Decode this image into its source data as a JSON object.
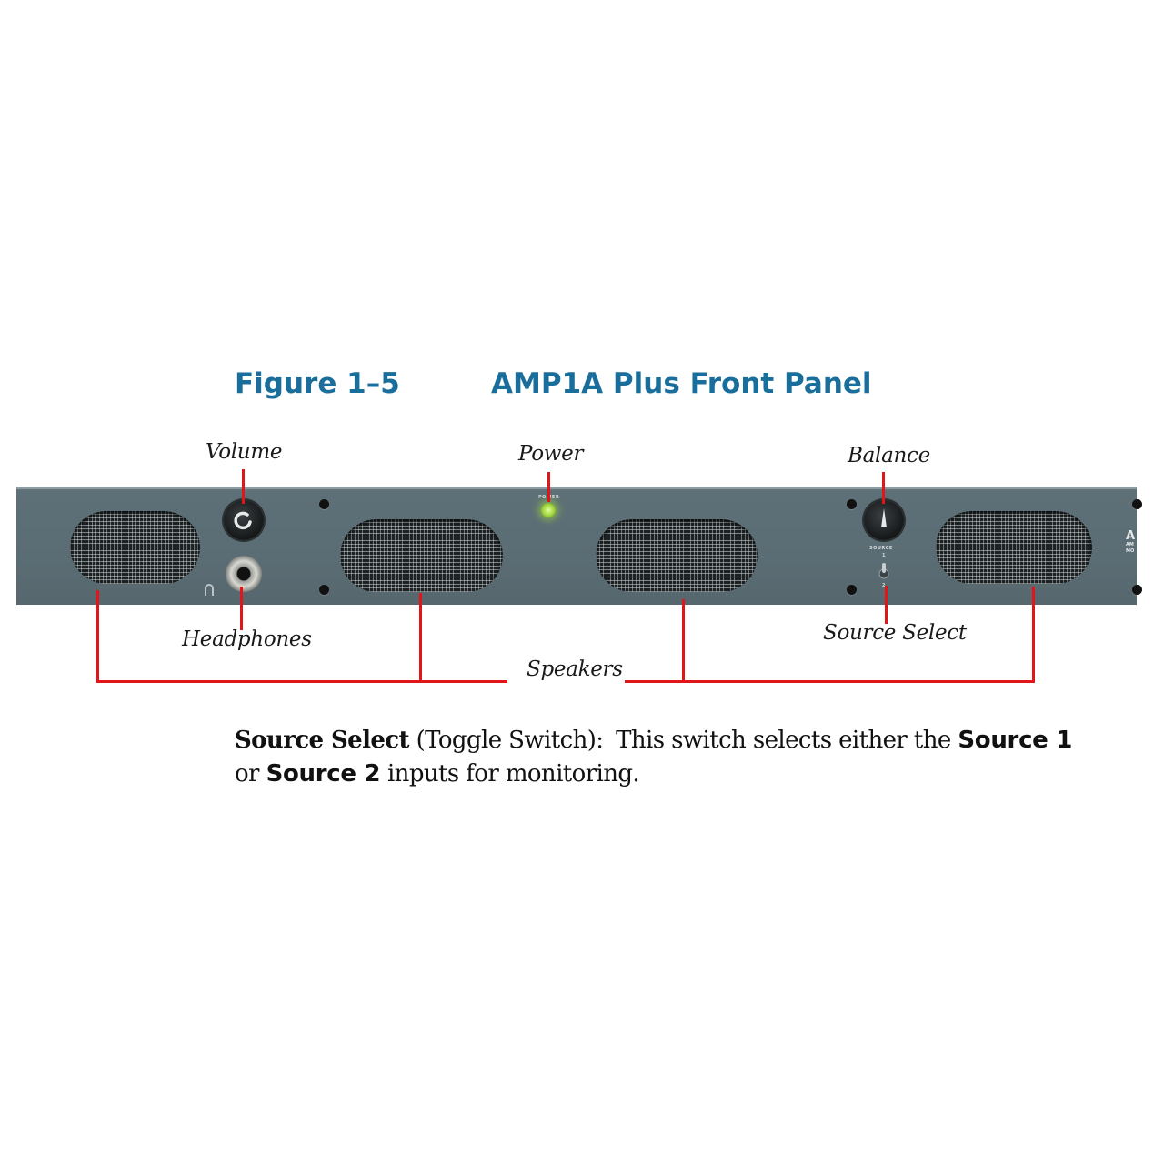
{
  "figure": {
    "number": "Figure 1–5",
    "title": "AMP1A Plus Front Panel"
  },
  "callouts": {
    "volume": "Volume",
    "power": "Power",
    "balance": "Balance",
    "headphones": "Headphones",
    "source_select": "Source Select",
    "speakers": "Speakers"
  },
  "panel": {
    "power_label": "POWER",
    "source_label": "SOURCE",
    "toggle_top": "1",
    "toggle_bottom": "2",
    "brand_initial": "A",
    "brand_sub1": "AM",
    "brand_sub2": "MO",
    "power_led_color": "#9ed43a",
    "leader_color": "#e0161b"
  },
  "description": {
    "term": "Source Select",
    "term_type": "(Toggle Switch):",
    "text1": "This switch selects either the",
    "source1": "Source 1",
    "or": "or",
    "source2": "Source 2",
    "text2": "inputs for monitoring."
  }
}
